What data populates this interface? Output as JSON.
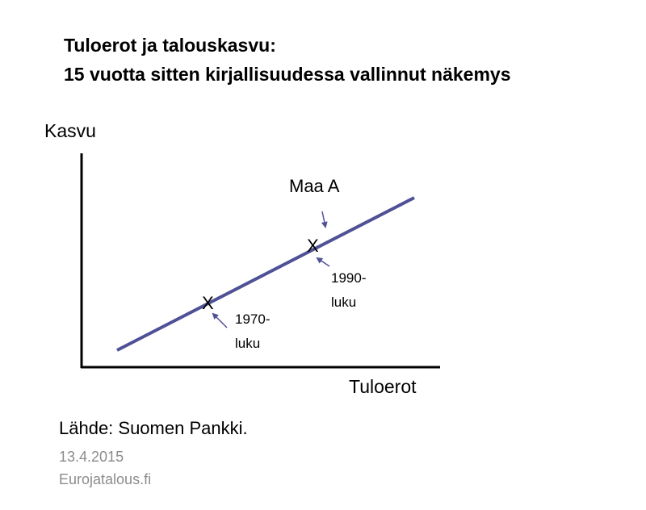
{
  "title": {
    "line1": "Tuloerot ja talouskasvu:",
    "line2": "15 vuotta sitten kirjallisuudessa vallinnut näkemys"
  },
  "diagram": {
    "y_axis_label": "Kasvu",
    "x_axis_label": "Tuloerot",
    "line_label": "Maa A",
    "point_marker": "X",
    "points": [
      {
        "label_line1": "1970-",
        "label_line2": "luku"
      },
      {
        "label_line1": "1990-",
        "label_line2": "luku"
      }
    ],
    "line_color": "#4f5196"
  },
  "footer": {
    "source": "Lähde: Suomen Pankki.",
    "date": "13.4.2015",
    "site": "Eurojatalous.fi"
  }
}
